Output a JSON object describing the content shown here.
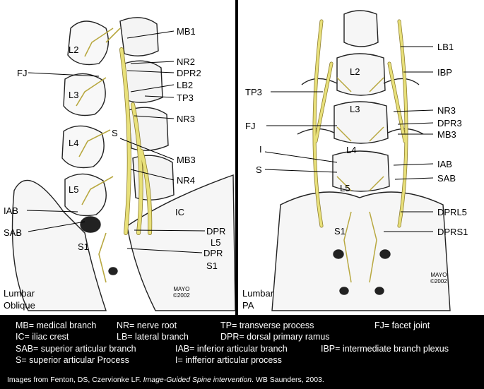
{
  "left_panel": {
    "caption_line1": "Lumbar",
    "caption_line2": "Oblique",
    "stamp_line1": "MAYO",
    "stamp_line2": "©2002",
    "labels": {
      "mb1": "MB1",
      "l2": "L2",
      "nr2": "NR2",
      "fj": "FJ",
      "dpr2": "DPR2",
      "lb2": "LB2",
      "l3": "L3",
      "tp3": "TP3",
      "nr3": "NR3",
      "s": "S",
      "l4": "L4",
      "mb3": "MB3",
      "nr4": "NR4",
      "l5": "L5",
      "ic": "IC",
      "iab": "IAB",
      "dpr_l5_a": "DPR",
      "dpr_l5_b": "L5",
      "sab": "SAB",
      "s1": "S1",
      "dpr_s1_a": "DPR",
      "dpr_s1_b": "S1"
    }
  },
  "right_panel": {
    "caption_line1": "Lumbar",
    "caption_line2": "PA",
    "stamp_line1": "MAYO",
    "stamp_line2": "©2002",
    "labels": {
      "lb1": "LB1",
      "ibp": "IBP",
      "l2": "L2",
      "tp3": "TP3",
      "l3": "L3",
      "nr3": "NR3",
      "dpr3": "DPR3",
      "fj": "FJ",
      "mb3": "MB3",
      "i": "I",
      "l4": "L4",
      "iab": "IAB",
      "s": "S",
      "sab": "SAB",
      "l5": "L5",
      "dprl5": "DPRL5",
      "s1": "S1",
      "dprs1": "DPRS1"
    }
  },
  "legend": {
    "mb": "MB= medical branch",
    "nr": "NR= nerve root",
    "tp": "TP= transverse process",
    "fj": "FJ= facet joint",
    "ic": "IC= iliac crest",
    "lb": "LB= lateral branch",
    "dpr": "DPR= dorsal primary ramus",
    "sab": "SAB= superior articular branch",
    "iab": "IAB= inferior articular branch",
    "ibp": "IBP= intermediate branch plexus",
    "s": "S= superior articular Process",
    "i": "I= infferior articular process"
  },
  "credit": {
    "before": "Images from Fenton, DS, Czervionke LF. ",
    "title": "Image-Guided Spine intervention",
    "after": ". WB Saunders, 2003."
  },
  "colors": {
    "nerve": "#e8e07a",
    "nerve_outline": "#8a7a2a",
    "bone_line": "#222222",
    "background": "#000000",
    "panel": "#ffffff"
  }
}
